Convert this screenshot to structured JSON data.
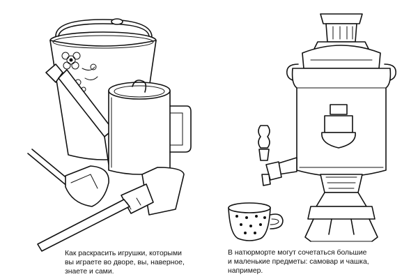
{
  "left_page": {
    "caption_lines": [
      "Как раскрасить игрушки, которыми",
      "вы играете во дворе, вы, наверное,",
      "знаете и сами."
    ]
  },
  "right_page": {
    "caption_lines": [
      "В натюрморте могут сочетаться большие",
      "и маленькие предметы: самовар и чашка,",
      "например."
    ]
  }
}
